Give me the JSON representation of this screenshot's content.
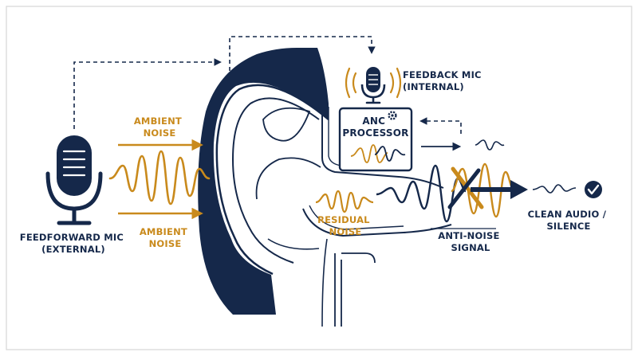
{
  "colors": {
    "navy": "#15284a",
    "gold": "#c98a1c",
    "frame": "#d6d6d6",
    "background": "#ffffff"
  },
  "labels": {
    "feedforward_mic": [
      "FEEDFORWARD MIC",
      "(EXTERNAL)"
    ],
    "feedback_mic": [
      "FEEDBACK MIC",
      "(INTERNAL)"
    ],
    "ambient_noise_top": [
      "AMBIENT",
      "NOISE"
    ],
    "ambient_noise_bottom": [
      "AMBIENT",
      "NOISE"
    ],
    "anc_processor": [
      "ANC",
      "PROCESSOR"
    ],
    "residual_noise": [
      "RESIDUAL",
      "NOISE"
    ],
    "anti_noise_signal": [
      "ANTI-NOISE",
      "SIGNAL"
    ],
    "clean_audio": [
      "CLEAN AUDIO /",
      "SILENCE"
    ]
  },
  "icons": {
    "feedforward_mic": "microphone-icon",
    "feedback_mic": "microphone-icon",
    "processor_badge": "gear-icon",
    "clean_audio": "check-circle-icon",
    "cancellation": "cross-icon"
  }
}
